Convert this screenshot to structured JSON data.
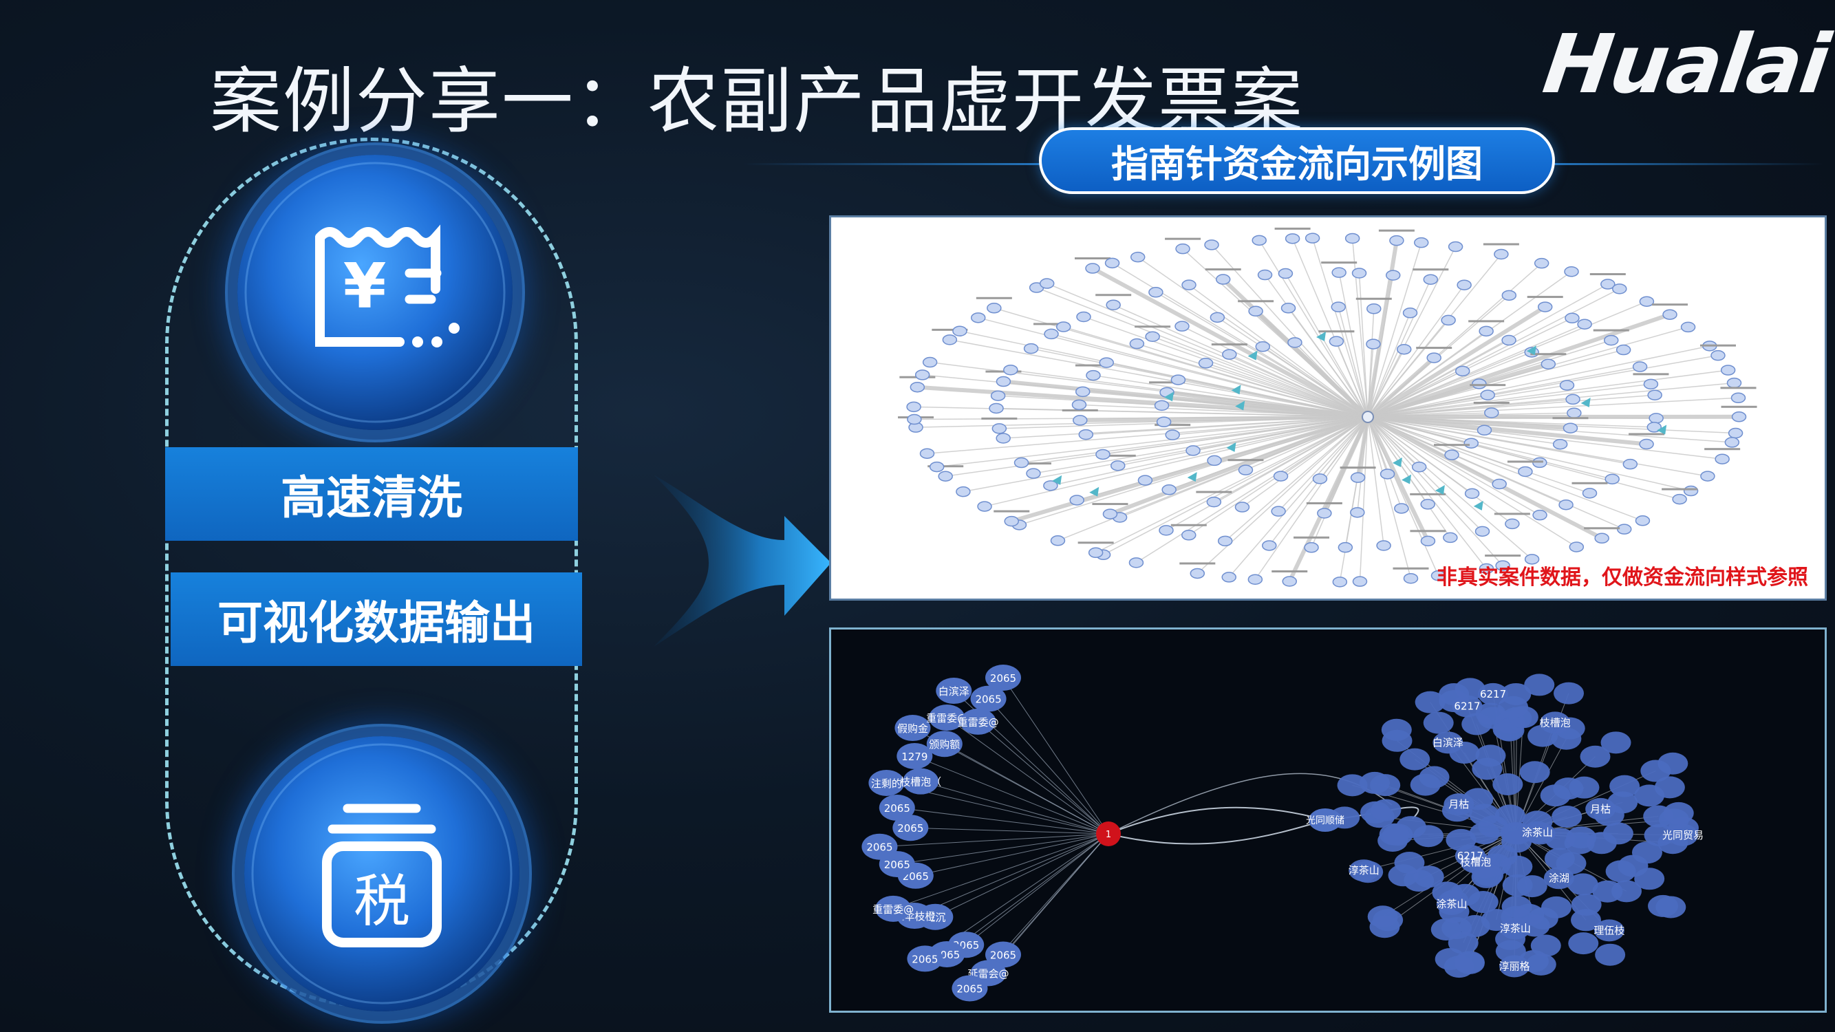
{
  "slide": {
    "title": "案例分享一：农副产品虚开发票案",
    "logo": "Hualai",
    "section_pill": "指南针资金流向示例图",
    "band_1": "高速清洗",
    "band_2": "可视化数据输出",
    "top_icon": "invoice-receipt-icon",
    "bottom_icon": "tax-jar-icon",
    "bottom_icon_text": "税",
    "disclaimer": "非真实案件数据，仅做资金流向样式参照"
  },
  "colors": {
    "accent_blue": "#1276d6",
    "hub_red": "#d0121b",
    "node_blue": "#5a7fd0",
    "disclaimer_red": "#e0151a"
  },
  "graph_bottom": {
    "center_node_label": "1",
    "bridge_node_label": "光同顺储",
    "left_cluster_labels": [
      "2065",
      "延雷会@",
      "2065",
      "2065",
      "2065",
      "2065",
      "正沉",
      "康伞枝橙",
      "重雷委@",
      "2065",
      "2065",
      "2065",
      "2065",
      "2065",
      "注剩的",
      "枝槽泡（",
      "1279",
      "假购金",
      "颁购额",
      "重雷委@",
      "白滨泽",
      "重雷委@",
      "2065",
      "2065"
    ],
    "right_cluster_labels": [
      "淳茶山",
      "6217",
      "6217",
      "月枯",
      "枝槽泡",
      "涂茶山",
      "白滨泽",
      "光同贸易",
      "理伍枝",
      "涂湖",
      "淳丽格",
      "淳茶山",
      "6217",
      "枝槽泡",
      "月枯",
      "涂茶山"
    ]
  }
}
